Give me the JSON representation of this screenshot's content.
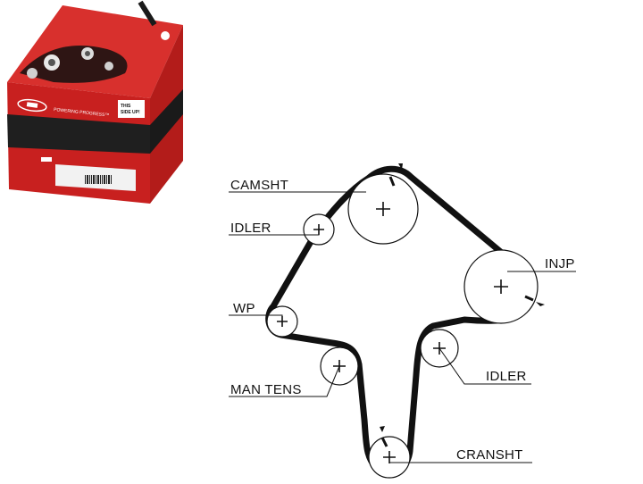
{
  "product_box": {
    "brand_logo": "gates-logo",
    "slogan": "POWERING PROGRESS™",
    "side_marker_line1": "THIS",
    "side_marker_line2": "SIDE UP!",
    "barcode_icon": "barcode-icon",
    "colors": {
      "red": "#c8201f",
      "dark": "#1a1a1a",
      "white": "#ffffff"
    }
  },
  "diagram": {
    "belt_color": "#111111",
    "labels": {
      "camshaft": "CAMSHT",
      "idler_top": "IDLER",
      "water_pump": "WP",
      "manual_tensioner": "MAN TENS",
      "injection_pump": "INJP",
      "idler_right": "IDLER",
      "crankshaft": "CRANSHT"
    }
  }
}
